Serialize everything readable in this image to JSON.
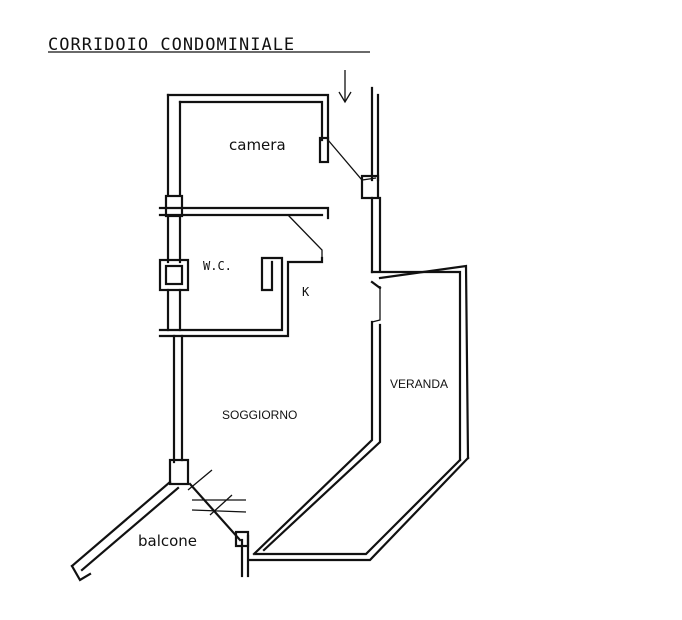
{
  "header": {
    "corridor_label": "CORRIDOIO CONDOMINIALE"
  },
  "rooms": {
    "camera": "camera",
    "wc": "W.C.",
    "kitchen_mark": "K",
    "soggiorno": "SOGGIORNO",
    "veranda": "VERANDA",
    "balcone": "balcone"
  },
  "icons": {
    "entrance": "arrow-down-icon"
  }
}
